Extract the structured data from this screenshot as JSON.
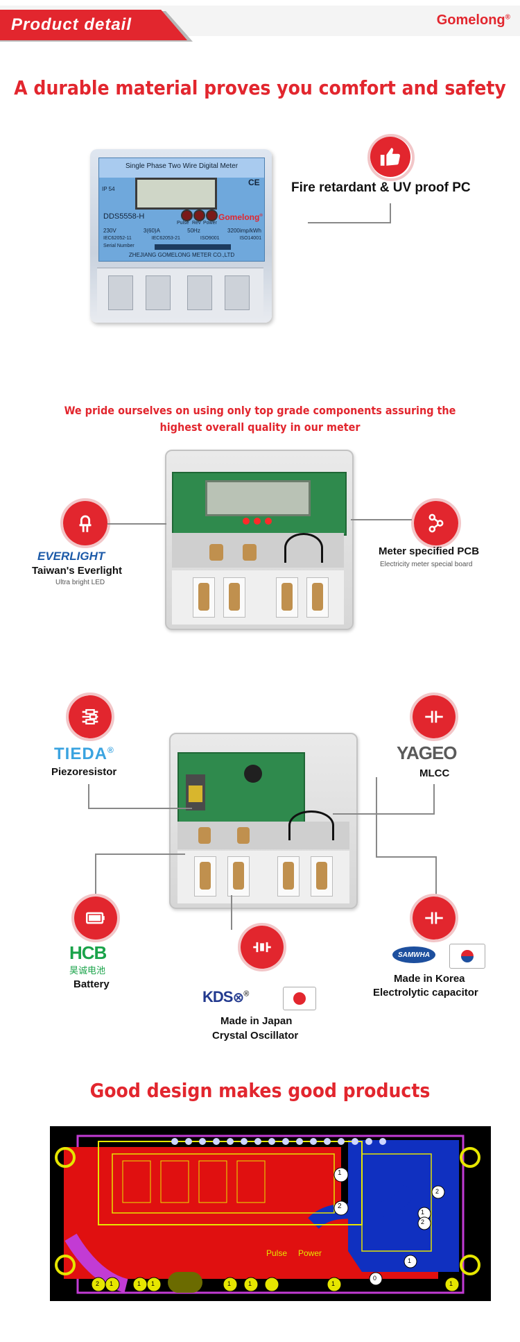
{
  "header": {
    "title": "Product  detail",
    "brand": "Gomelong",
    "brand_mark": "®"
  },
  "section1": {
    "headline": "A durable material proves you comfort and safety",
    "feature": "Fire retardant & UV proof PC",
    "meter": {
      "title": "Single Phase Two Wire Digital Meter",
      "model": "DDS5558-H",
      "brand": "Gomelong",
      "brand_mark": "®",
      "ip": "IP 54",
      "led_labels": [
        "Pulse",
        "Rev",
        "Power"
      ],
      "specs": [
        "230V",
        "3(60)A",
        "50Hz",
        "3200imp/kWh"
      ],
      "standards": [
        "IEC62052-11",
        "IEC62053-21",
        "ISO9001",
        "ISO14001"
      ],
      "serial_label": "Serial Number",
      "company": "ZHEJIANG  GOMELONG  METER  CO.,LTD",
      "ce": "CE"
    }
  },
  "section2": {
    "headline_line1": "We pride ourselves on using only top grade components assuring the",
    "headline_line2": "highest overall quality in our meter",
    "left": {
      "logo": "EVERLIGHT",
      "title": "Taiwan's Everlight",
      "subtitle": "Ultra bright LED"
    },
    "right": {
      "title": "Meter specified PCB",
      "subtitle": "Electricity meter special board"
    }
  },
  "section3": {
    "tieda": {
      "logo": "TIEDA",
      "mark": "®",
      "title": "Piezoresistor"
    },
    "yageo": {
      "logo": "YAGEO",
      "title": "MLCC"
    },
    "hcb": {
      "logo": "HCB",
      "logo_sub": "昊诚电池",
      "title": "Battery"
    },
    "kds": {
      "logo": "KDS",
      "mark": "®",
      "title_line1": "Made in Japan",
      "title_line2": "Crystal Oscillator"
    },
    "samwha": {
      "logo": "SAMWHA",
      "title_line1": "Made in Korea",
      "title_line2": "Electrolytic capacitor"
    }
  },
  "section4": {
    "headline": "Good design makes good products",
    "pcb_labels": [
      "Pulse",
      "Power",
      "1",
      "2",
      "1",
      "2",
      "1",
      "1",
      "1",
      "1",
      "1",
      "1",
      "0",
      "1",
      "2",
      "2",
      "1"
    ]
  },
  "colors": {
    "accent": "#e2262e",
    "everlight_blue": "#1c5aa8",
    "tieda_blue": "#3aa3e0",
    "hcb_green": "#1aa34a",
    "kds_blue": "#233a8f"
  }
}
